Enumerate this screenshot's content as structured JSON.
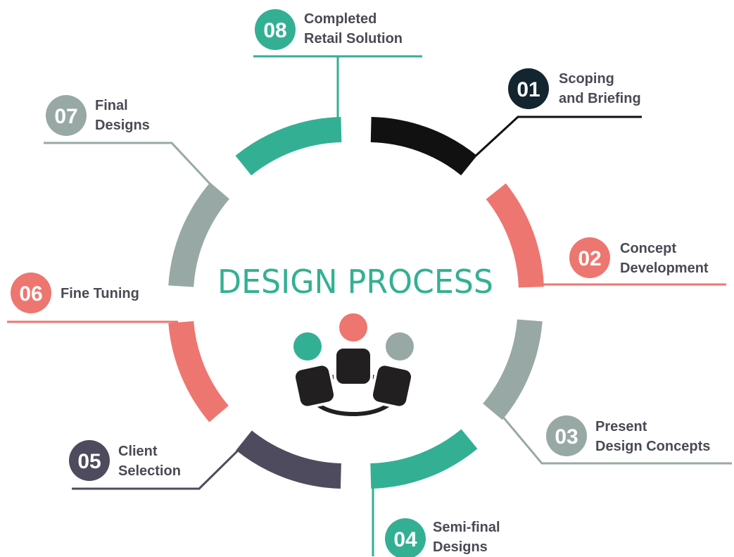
{
  "center": {
    "title": "DESIGN PROCESS",
    "icon": "team-meeting-icon"
  },
  "colors": {
    "teal": "#33b094",
    "black": "#111111",
    "navy": "#13252f",
    "salmon": "#ee7670",
    "gray": "#98a9a5",
    "slate": "#4e4b5e",
    "label": "#4a4a55"
  },
  "steps": [
    {
      "number": "01",
      "lines": [
        "Scoping",
        "and Briefing"
      ],
      "color": "#13252f",
      "arc_color": "#111111"
    },
    {
      "number": "02",
      "lines": [
        "Concept",
        "Development"
      ],
      "color": "#ee7670",
      "arc_color": "#ee7670"
    },
    {
      "number": "03",
      "lines": [
        "Present",
        "Design Concepts"
      ],
      "color": "#98a9a5",
      "arc_color": "#98a9a5"
    },
    {
      "number": "04",
      "lines": [
        "Semi-final",
        "Designs"
      ],
      "color": "#33b094",
      "arc_color": "#33b094"
    },
    {
      "number": "05",
      "lines": [
        "Client",
        "Selection"
      ],
      "color": "#4e4b5e",
      "arc_color": "#4e4b5e"
    },
    {
      "number": "06",
      "lines": [
        "Fine Tuning"
      ],
      "color": "#ee7670",
      "arc_color": "#ee7670"
    },
    {
      "number": "07",
      "lines": [
        "Final",
        "Designs"
      ],
      "color": "#98a9a5",
      "arc_color": "#98a9a5"
    },
    {
      "number": "08",
      "lines": [
        "Completed",
        "Retail Solution"
      ],
      "color": "#33b094",
      "arc_color": "#33b094"
    }
  ]
}
